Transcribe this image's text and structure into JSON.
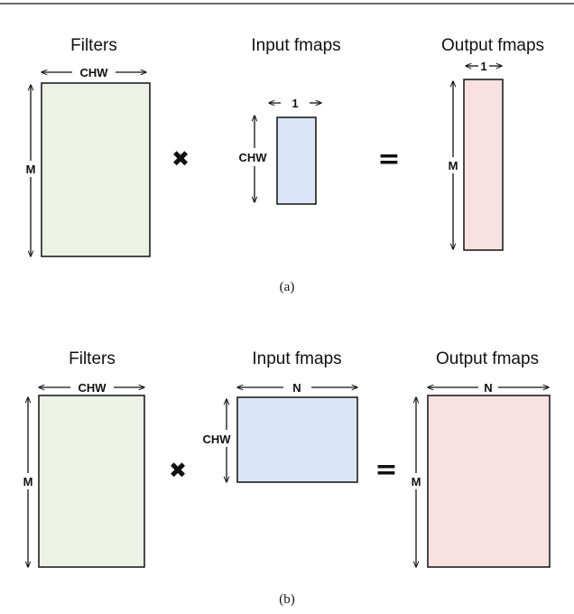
{
  "colors": {
    "filters_fill": "#eef2e6",
    "input_fill": "#dae6f7",
    "output_fill": "#f7e1e1",
    "stroke": "#111111"
  },
  "panel_a": {
    "caption": "(a)",
    "filters": {
      "title": "Filters",
      "width_label": "CHW",
      "height_label": "M"
    },
    "operator_multiply": "✖",
    "input": {
      "title": "Input fmaps",
      "width_label": "1",
      "height_label": "CHW"
    },
    "operator_equals": "=",
    "output": {
      "title": "Output fmaps",
      "width_label": "1",
      "height_label": "M"
    }
  },
  "panel_b": {
    "caption": "(b)",
    "filters": {
      "title": "Filters",
      "width_label": "CHW",
      "height_label": "M"
    },
    "operator_multiply": "✖",
    "input": {
      "title": "Input fmaps",
      "width_label": "N",
      "height_label": "CHW"
    },
    "operator_equals": "=",
    "output": {
      "title": "Output fmaps",
      "width_label": "N",
      "height_label": "M"
    }
  }
}
